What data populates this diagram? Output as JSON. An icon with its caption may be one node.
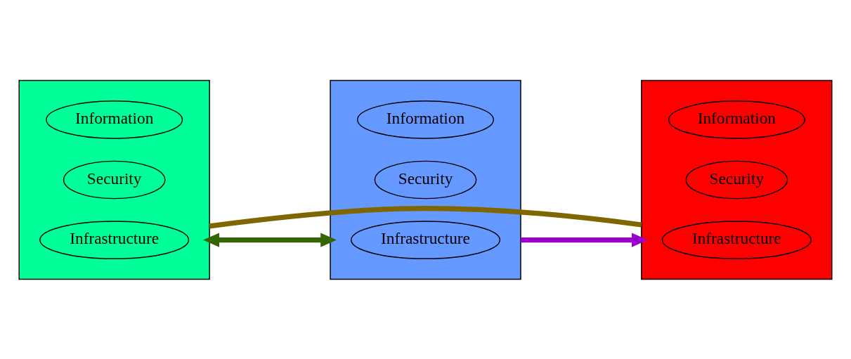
{
  "diagram": {
    "nodes": [
      {
        "text": [],
        "shape": "box"
      },
      {
        "text": [
          "Information"
        ],
        "in": 0
      },
      {
        "text": [
          "Security"
        ],
        "in": 0
      },
      {
        "text": [
          "Infrastructure"
        ],
        "in": 0
      },
      {
        "text": [],
        "shape": "box"
      },
      {
        "text": [
          "Information"
        ],
        "in": 4
      },
      {
        "text": [
          "Security"
        ],
        "in": 4
      },
      {
        "text": [
          "Infrastructure"
        ],
        "in": 4
      },
      {
        "text": [],
        "shape": "box"
      },
      {
        "text": [
          "Information"
        ],
        "in": 8
      },
      {
        "text": [
          "Security"
        ],
        "in": 8
      },
      {
        "text": [
          "Infrastructure"
        ],
        "in": 8
      }
    ],
    "edges": [
      {
        "from": 0,
        "to": 4,
        "arrow": "both",
        "color": "#336600"
      },
      {
        "from": 4,
        "to": 8,
        "arrow": "to",
        "color": "#9900cc"
      },
      {
        "from": 0,
        "to": 8,
        "arrow": "none",
        "color": "#806600"
      }
    ]
  }
}
